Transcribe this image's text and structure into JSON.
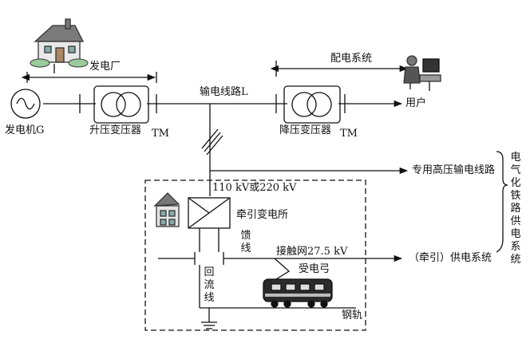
{
  "labels": {
    "power_plant": "发电厂",
    "distribution_system": "配电系统",
    "transmission_line": "输电线路L",
    "user": "用户",
    "generator": "发电机G",
    "step_up_transformer": "升压变压器",
    "tm_left": "TM",
    "step_down_transformer": "降压变压器",
    "tm_right": "TM",
    "dedicated_hv_line": "专用高压输电线路",
    "voltage_level": "110 kV或220 kV",
    "traction_substation": "牵引变电所",
    "feeder_line": "馈线",
    "catenary": "接触网27.5 kV",
    "pantograph": "受电弓",
    "return_line": "回流线",
    "traction_supply_system": "（牵引）供电系统",
    "rail": "钢轨",
    "electrified_railway_supply": "电气化铁路供电系统"
  },
  "colors": {
    "line": "#111111",
    "house_roof": "#6b6b6b",
    "train_body": "#2a2a2a"
  },
  "icons": [
    "house-icon",
    "computer-user-icon",
    "generator-icon",
    "transformer-icon",
    "substation-house-icon",
    "train-icon",
    "ground-icon",
    "arrow-icon"
  ]
}
